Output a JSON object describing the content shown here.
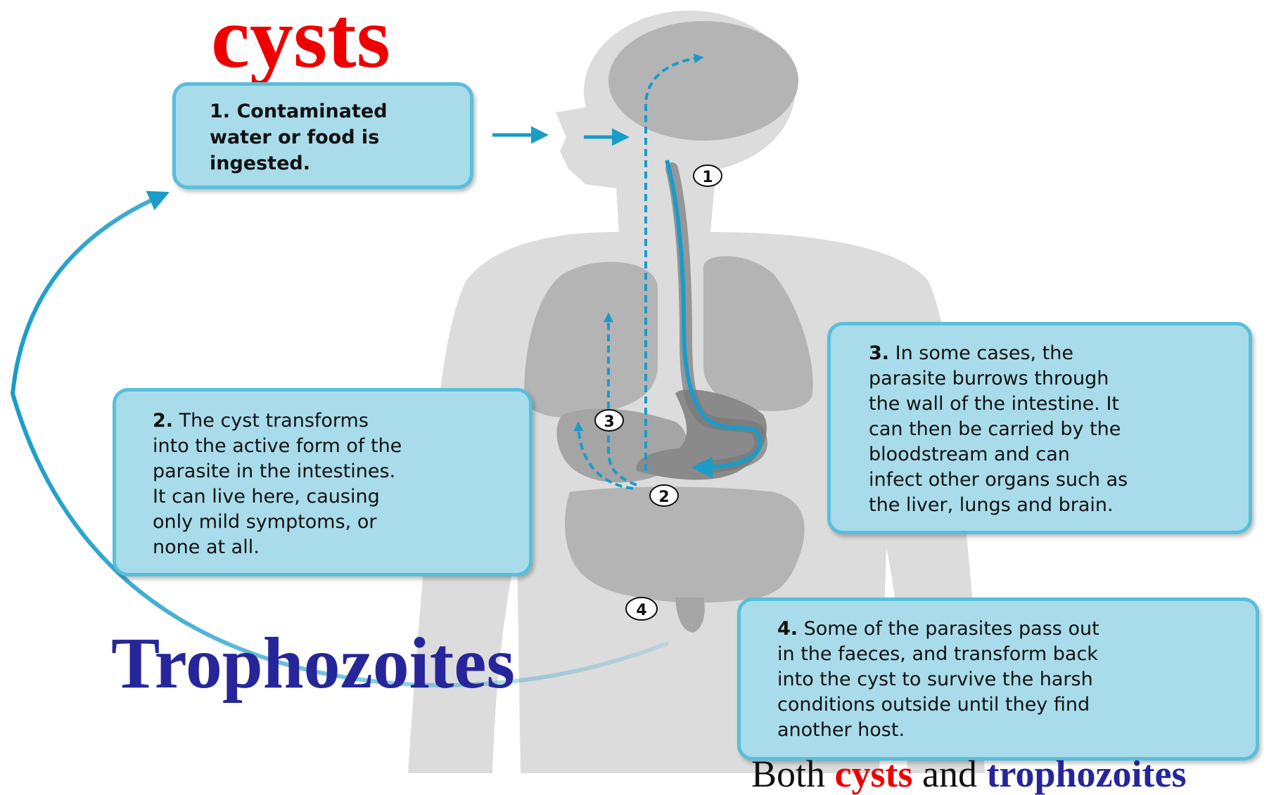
{
  "labels": {
    "cysts": "cysts",
    "trophozoites": "Trophozoites"
  },
  "steps": [
    {
      "num": "1.",
      "text": "Contaminated\nwater or food is\ningested."
    },
    {
      "num": "2.",
      "text": "The cyst transforms\ninto the active form of the\nparasite in the intestines.\nIt can live here, causing\nonly mild symptoms, or\nnone at all."
    },
    {
      "num": "3.",
      "text": "In some cases, the\nparasite burrows through\nthe wall of the intestine. It\ncan then be carried by the\nbloodstream and can\ninfect other organs such as\nthe liver, lungs and brain."
    },
    {
      "num": "4.",
      "text": "Some of the parasites pass out\nin the faeces, and transform back\ninto the cyst to survive the harsh\nconditions outside until they find\nanother host."
    }
  ],
  "markers": [
    "1",
    "2",
    "3",
    "4"
  ],
  "caption": {
    "pre": "Both ",
    "red": "cysts",
    "mid": " and ",
    "blue": "trophozoites"
  },
  "colors": {
    "arrow": "#1a9cc8",
    "box_fill": "#a9dcea",
    "box_border": "#58bfdc",
    "body": "#dcdcdc",
    "organ": "#b4b4b4",
    "organ_dark": "#8a8a8a",
    "cysts": "#ee0000",
    "trophozoites": "#26269a"
  }
}
